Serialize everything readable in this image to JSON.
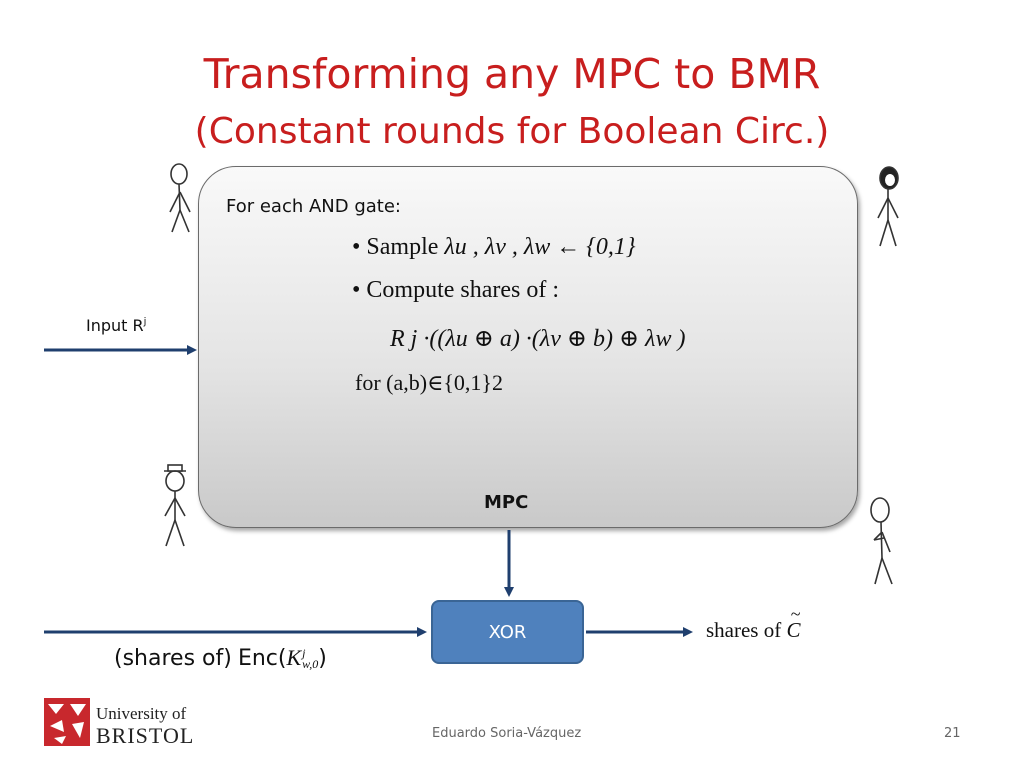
{
  "slide": {
    "title_line1": "Transforming any MPC to BMR",
    "title_line2": "(Constant rounds for Boolean Circ.)"
  },
  "mpc_box": {
    "heading": "For each AND gate:",
    "bullet1_label": "Sample",
    "bullet1_formula": "λu , λv , λw ← {0,1}",
    "bullet2_label": "Compute shares of :",
    "formula_main": "R j ·((λu ⊕ a) ·(λv ⊕ b) ⊕ λw )",
    "formula_for": "for (a,b)∈{0,1}2",
    "label": "MPC"
  },
  "input_label": {
    "text": "Input R",
    "sup": "j"
  },
  "xor_box": {
    "label": "XOR"
  },
  "bottom_input": {
    "prefix": "(shares of)",
    "enc": "Enc(",
    "var": "K",
    "sup": "j",
    "sub": "w,0",
    "close": ")"
  },
  "output_label": {
    "text": "shares of",
    "var": "C",
    "tilde": "~"
  },
  "footer": {
    "institution_line1": "University of",
    "institution_line2": "BRISTOL",
    "author": "Eduardo Soria-Vázquez",
    "page_number": "21"
  },
  "colors": {
    "title": "#c81e1e",
    "arrow": "#1f3f6e",
    "xor_fill": "#4f81bd",
    "logo_red": "#c8282d"
  },
  "icons": [
    "stick-figure-icon",
    "university-crest-icon"
  ]
}
